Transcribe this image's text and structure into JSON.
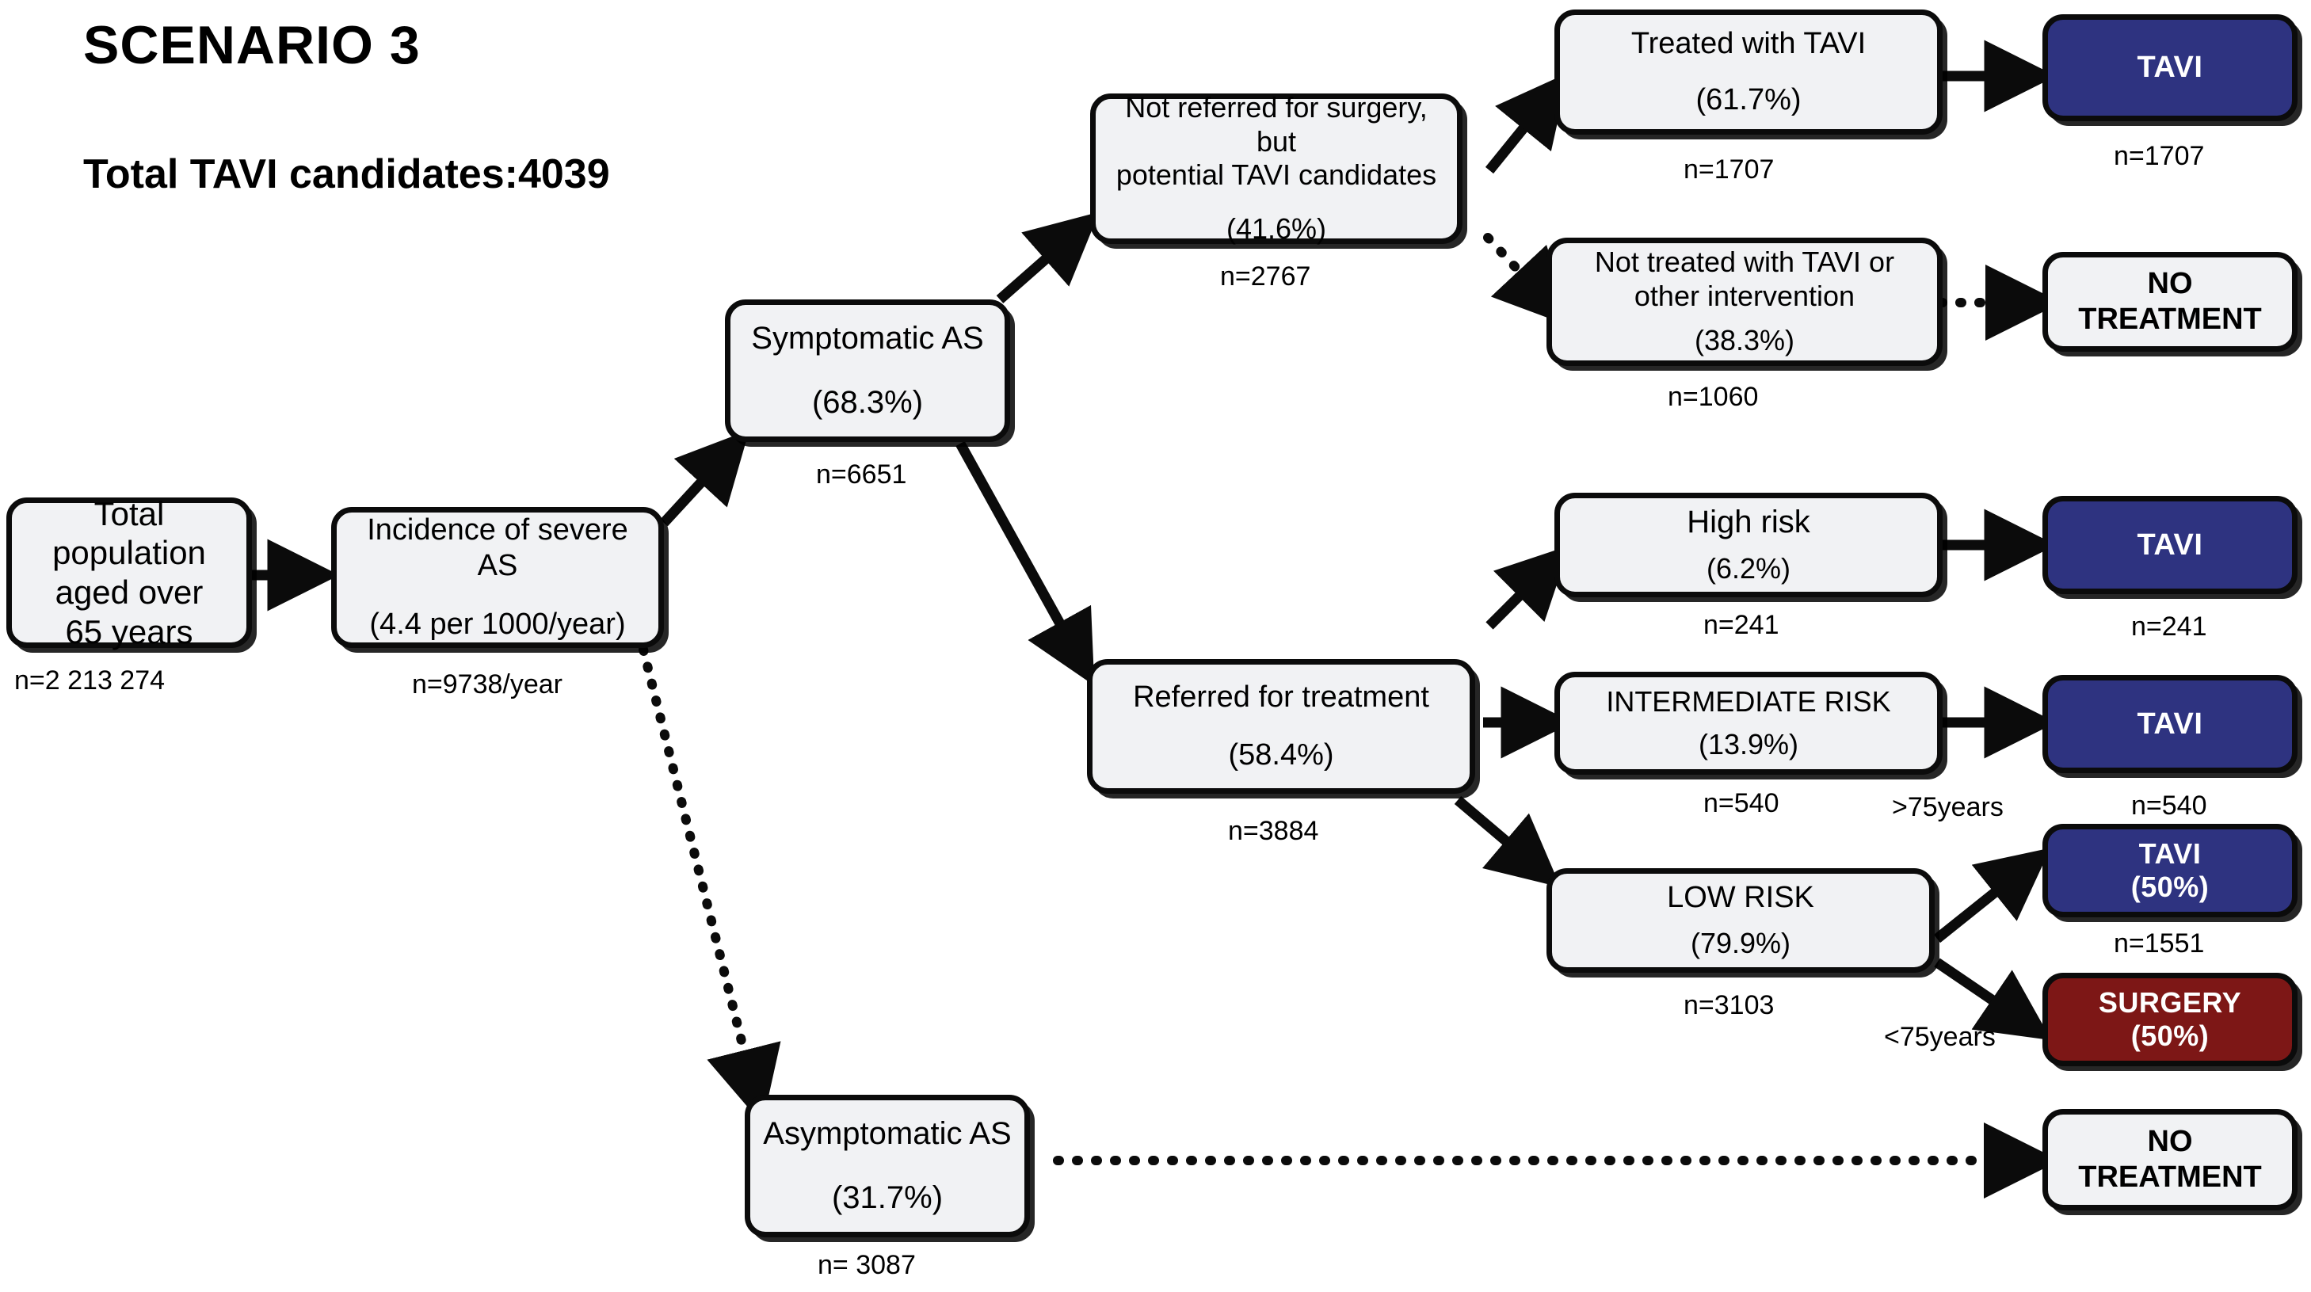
{
  "header": {
    "title": "SCENARIO 3",
    "subtitle": "Total TAVI candidates:4039"
  },
  "nodes": {
    "total_population": {
      "line1": "Total population",
      "line2": "aged over",
      "line3": "65 years",
      "count": "n=2 213 274"
    },
    "incidence": {
      "label": "Incidence of severe AS",
      "pct": "(4.4 per 1000/year)",
      "count": "n=9738/year"
    },
    "symptomatic": {
      "label": "Symptomatic AS",
      "pct": "(68.3%)",
      "count": "n=6651"
    },
    "asymptomatic": {
      "label": "Asymptomatic AS",
      "pct": "(31.7%)",
      "count": "n= 3087"
    },
    "not_referred": {
      "line1": "Not referred for surgery, but",
      "line2": "potential TAVI candidates",
      "pct": "(41.6%)",
      "count": "n=2767"
    },
    "treated_tavi": {
      "label": "Treated with TAVI",
      "pct": "(61.7%)",
      "count": "n=1707"
    },
    "not_treated": {
      "line1": "Not  treated with TAVI or",
      "line2": "other intervention",
      "pct": "(38.3%)",
      "count": "n=1060"
    },
    "referred": {
      "label": "Referred for treatment",
      "pct": "(58.4%)",
      "count": "n=3884"
    },
    "high_risk": {
      "label": "High risk",
      "pct": "(6.2%)",
      "count": "n=241"
    },
    "intermediate_risk": {
      "label": "INTERMEDIATE RISK",
      "pct": "(13.9%)",
      "count": "n=540"
    },
    "low_risk": {
      "label": "LOW RISK",
      "pct": "(79.9%)",
      "count": "n=3103"
    }
  },
  "outcomes": {
    "tavi_top": {
      "label": "TAVI",
      "count": "n=1707"
    },
    "no_treatment_top": {
      "label": "NO TREATMENT"
    },
    "tavi_high": {
      "label": "TAVI",
      "count": "n=241"
    },
    "tavi_intermediate": {
      "label": "TAVI",
      "count": "n=540"
    },
    "tavi_low": {
      "label": "TAVI",
      "pct": "(50%)",
      "count": "n=1551"
    },
    "surgery_low": {
      "label": "SURGERY",
      "pct": "(50%)"
    },
    "no_treatment_bottom": {
      "label": "NO TREATMENT"
    }
  },
  "edge_labels": {
    "over75": ">75years",
    "under75": "<75years"
  },
  "colors": {
    "navy": "#2e3380",
    "maroon": "#7d1716",
    "box_fill": "#f1f2f4",
    "stroke": "#0b0b0b"
  }
}
